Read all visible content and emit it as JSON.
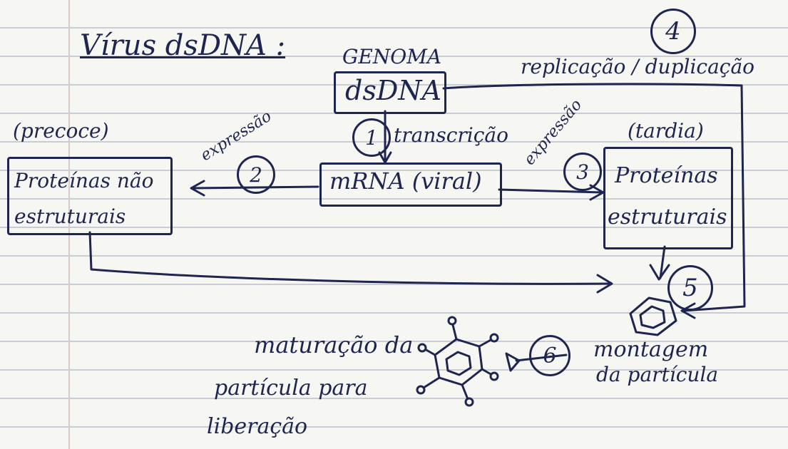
{
  "title": "Vírus dsDNA :",
  "genome": {
    "label": "GENOMA",
    "box": "dsDNA"
  },
  "replication": "replicação / duplicação",
  "step_numbers": [
    "1",
    "2",
    "3",
    "4",
    "5",
    "6"
  ],
  "transcription": "transcrição",
  "mrna": "mRNA (viral)",
  "expression_left": "expressão",
  "expression_right": "expressão",
  "early": {
    "time": "(precoce)",
    "line1": "Proteínas não",
    "line2": "estruturais"
  },
  "late": {
    "time": "(tardia)",
    "line1": "Proteínas",
    "line2": "estruturais"
  },
  "assembly": {
    "line1": "montagem",
    "line2": "da partícula"
  },
  "maturation": {
    "line1": "maturação da",
    "line2": "partícula para",
    "line3": "liberação"
  },
  "colors": {
    "ink": "#1d2550",
    "paper": "#f6f7f3",
    "rule": "#c9ccd3"
  }
}
